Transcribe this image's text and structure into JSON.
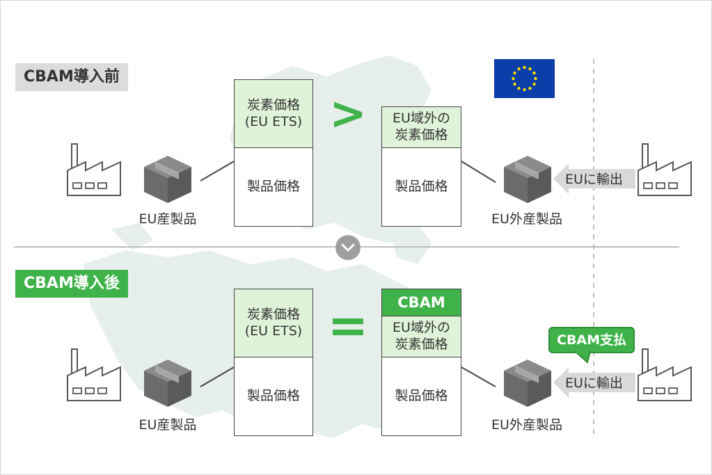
{
  "colors": {
    "green": "#3fb34a",
    "light_green": "#dff3d8",
    "gray_label": "#dcdcdc",
    "eu_blue": "#0b3ea8",
    "eu_star": "#ffdd00"
  },
  "before": {
    "label": "CBAM導入前",
    "eu_box": {
      "carbon_price": "炭素価格\n(EU ETS)",
      "product_price": "製品価格"
    },
    "comparison": ">",
    "non_eu_box": {
      "carbon_price": "EU域外の\n炭素価格",
      "product_price": "製品価格"
    },
    "eu_product": "EU産製品",
    "non_eu_product": "EU外産製品",
    "export_label": "EUに輸出"
  },
  "after": {
    "label": "CBAM導入後",
    "eu_box": {
      "carbon_price": "炭素価格\n(EU ETS)",
      "product_price": "製品価格"
    },
    "comparison": "=",
    "non_eu_box": {
      "cbam": "CBAM",
      "carbon_price": "EU域外の\n炭素価格",
      "product_price": "製品価格"
    },
    "eu_product": "EU産製品",
    "non_eu_product": "EU外産製品",
    "export_label": "EUに輸出",
    "payment_bubble": "CBAM支払"
  },
  "icons": [
    "factory-icon",
    "box-icon",
    "eu-flag-icon",
    "chevron-down-icon",
    "left-arrow-icon"
  ]
}
